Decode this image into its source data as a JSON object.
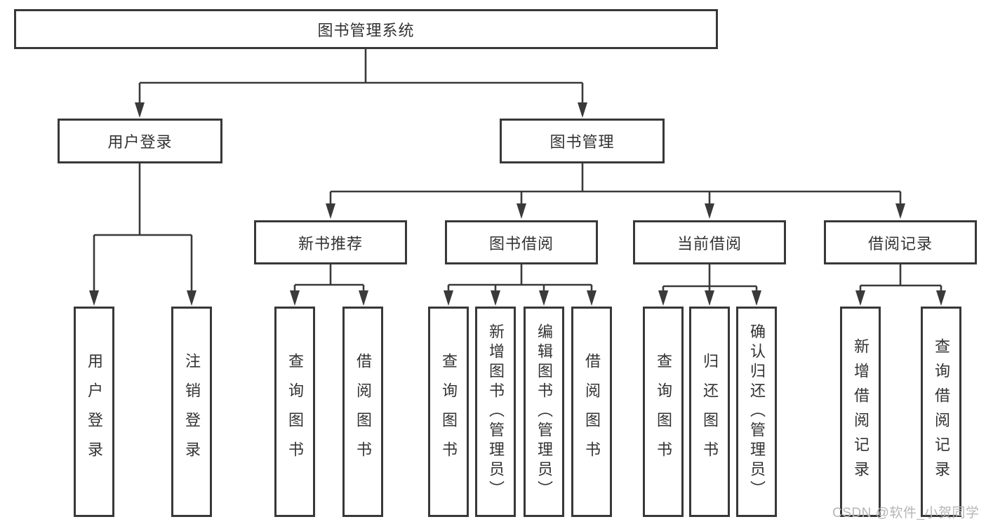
{
  "root": {
    "label": "图书管理系统"
  },
  "level2": {
    "user_login": "用户登录",
    "book_management": "图书管理"
  },
  "level3": {
    "new_books": "新书推荐",
    "book_borrow": "图书借阅",
    "current_borrow": "当前借阅",
    "borrow_records": "借阅记录"
  },
  "level4": {
    "user_login": "用户登录",
    "logout": "注销登录",
    "nb_query_books": "查询图书",
    "nb_borrow_books": "借阅图书",
    "bb_query_books": "查询图书",
    "bb_add_books": "新增图书（管理员）",
    "bb_edit_books": "编辑图书（管理员）",
    "bb_borrow_books": "借阅图书",
    "cb_query_books": "查询图书",
    "cb_return_books": "归还图书",
    "cb_confirm_return": "确认归还（管理员）",
    "br_add_record": "新增借阅记录",
    "br_query_record": "查询借阅记录"
  },
  "watermark": {
    "text": "CSDN @软件_小贺同学"
  },
  "colors": {
    "line": "#3a3a3a",
    "border": "#383838",
    "text": "#333333",
    "watermark": "#b6b6b6",
    "background": "#ffffff"
  }
}
